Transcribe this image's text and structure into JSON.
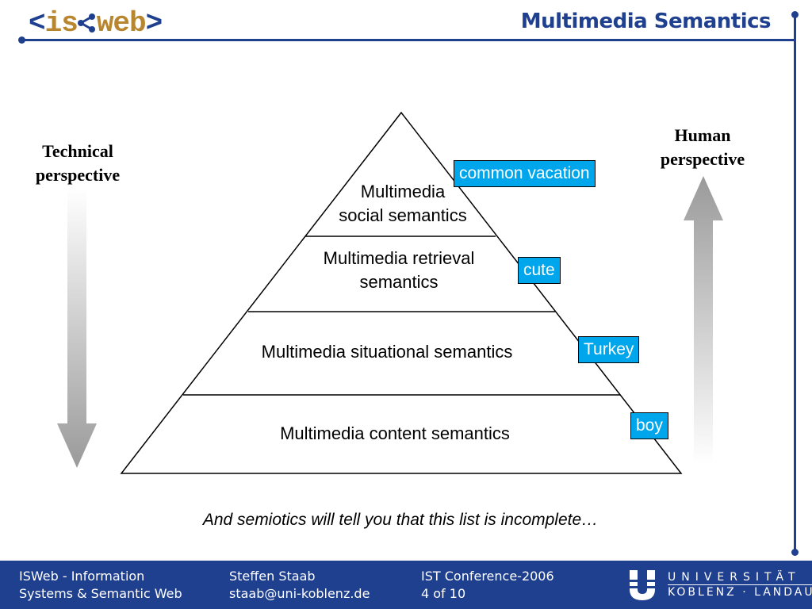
{
  "header": {
    "logo_open": "<",
    "logo_is": "is",
    "logo_web": "web",
    "logo_close": ">",
    "title": "Multimedia Semantics"
  },
  "left_label": [
    "Technical",
    "perspective"
  ],
  "right_label": [
    "Human",
    "perspective"
  ],
  "pyramid": {
    "layers": [
      {
        "lines": [
          "Multimedia",
          "social semantics"
        ],
        "tag": "common vacation"
      },
      {
        "lines": [
          "Multimedia retrieval",
          "semantics"
        ],
        "tag": "cute"
      },
      {
        "lines": [
          "Multimedia situational semantics"
        ],
        "tag": "Turkey"
      },
      {
        "lines": [
          "Multimedia content semantics"
        ],
        "tag": "boy"
      }
    ]
  },
  "caption": "And semiotics will tell you that this list is incomplete…",
  "footer": {
    "col1": [
      "ISWeb - Information",
      "Systems & Semantic Web"
    ],
    "col2": [
      "Steffen Staab",
      "staab@uni-koblenz.de"
    ],
    "col3": [
      "IST Conference-2006",
      "4 of 10"
    ],
    "university_line1": "UNIVERSITÄT",
    "university_line2": "KOBLENZ · LANDAU"
  },
  "colors": {
    "brand_blue": "#1f3f8f",
    "tag_blue": "#00a6ec",
    "logo_gold": "#b8862e"
  }
}
